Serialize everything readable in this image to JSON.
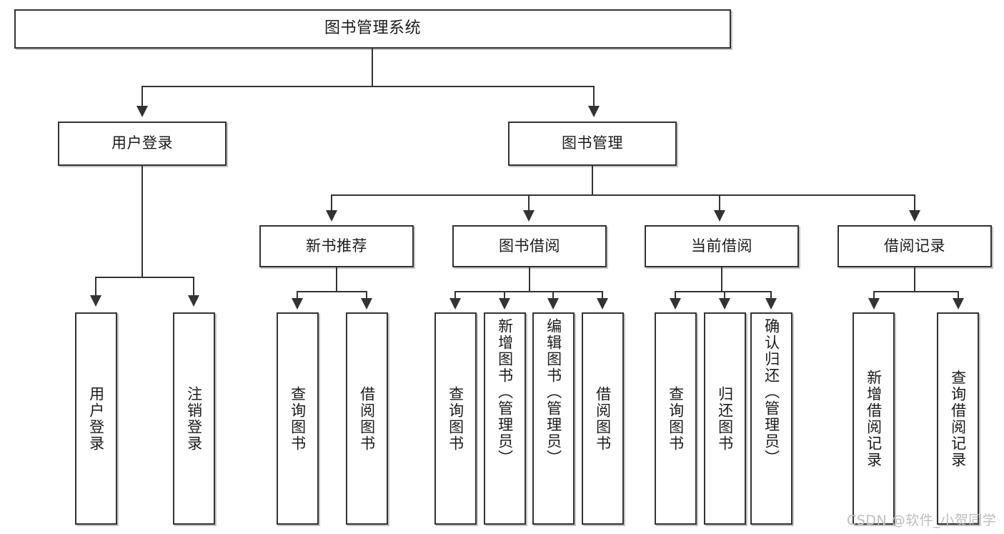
{
  "diagram": {
    "title": "图书管理系统",
    "type": "tree-hierarchy",
    "levels": 4
  },
  "root": {
    "label": "图书管理系统"
  },
  "level2": [
    {
      "label": "用户登录"
    },
    {
      "label": "图书管理"
    }
  ],
  "level3": [
    {
      "label": "新书推荐"
    },
    {
      "label": "图书借阅"
    },
    {
      "label": "当前借阅"
    },
    {
      "label": "借阅记录"
    }
  ],
  "leaves": {
    "user_login": [
      {
        "label": "用户登录"
      },
      {
        "label": "注销登录"
      }
    ],
    "new_book_recommend": [
      {
        "label": "查询图书"
      },
      {
        "label": "借阅图书"
      }
    ],
    "book_borrow": [
      {
        "label": "查询图书"
      },
      {
        "label": "新增图书（管理员）"
      },
      {
        "label": "编辑图书（管理员）"
      },
      {
        "label": "借阅图书"
      }
    ],
    "current_borrow": [
      {
        "label": "查询图书"
      },
      {
        "label": "归还图书"
      },
      {
        "label": "确认归还（管理员）"
      }
    ],
    "borrow_record": [
      {
        "label": "新增借阅记录"
      },
      {
        "label": "查询借阅记录"
      }
    ]
  },
  "watermark": {
    "text": "CSDN @软件_小贺同学"
  },
  "colors": {
    "stroke": "#333333",
    "text": "#1b1b1b",
    "background": "#ffffff",
    "watermark": "#bdbdbd"
  }
}
